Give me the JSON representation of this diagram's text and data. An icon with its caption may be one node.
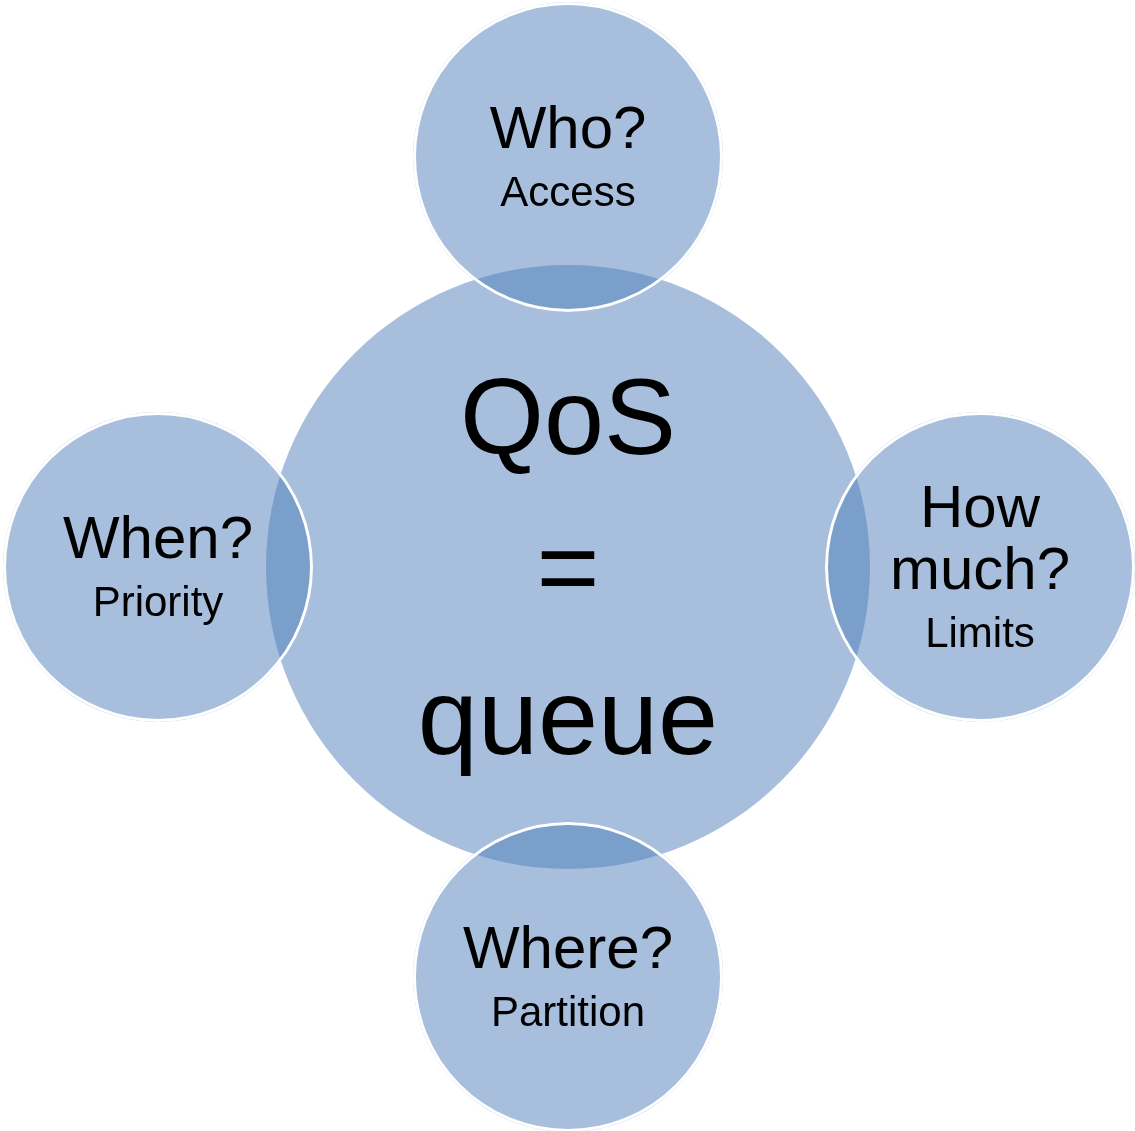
{
  "diagram": {
    "nodes": [
      {
        "text": [
          "Who?",
          "Access"
        ]
      },
      {
        "text": [
          "When?",
          "Priority"
        ]
      },
      {
        "text": [
          "QoS = queue"
        ]
      },
      {
        "text": [
          "How much?",
          "Limits"
        ]
      },
      {
        "text": [
          "Where?",
          "Partition"
        ]
      }
    ],
    "edges": []
  }
}
